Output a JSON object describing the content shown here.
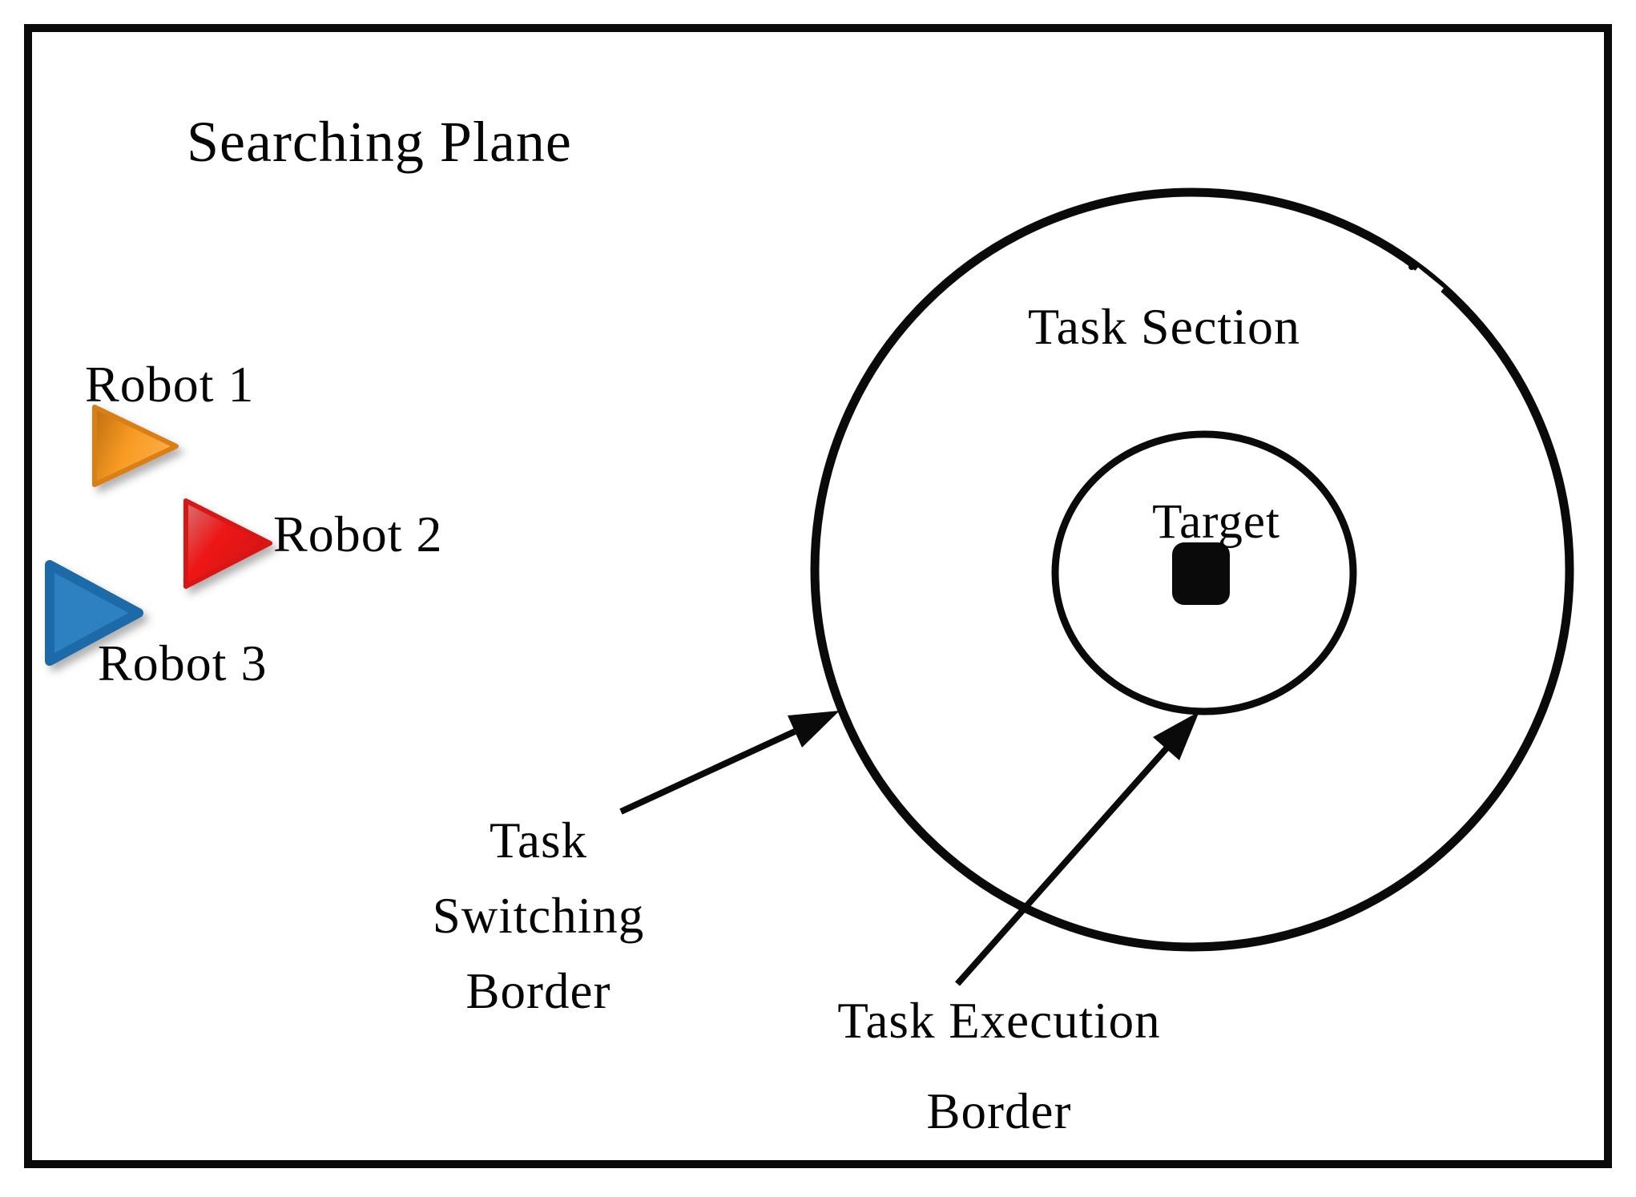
{
  "figure": {
    "searching_plane_label": "Searching Plane",
    "task_section_label": "Task Section",
    "target_label": "Target",
    "task_switching_border": [
      "Task",
      "Switching",
      "Border"
    ],
    "task_execution_border": [
      "Task Execution",
      "Border"
    ],
    "robots": [
      {
        "label": "Robot 1",
        "color": "#f7941d",
        "gradient": [
          "#c47312",
          "#f89b24",
          "#fcae4a"
        ]
      },
      {
        "label": "Robot 2",
        "color": "#ee1b1b",
        "gradient": [
          "#d96a6a",
          "#ee1515",
          "#d01010"
        ]
      },
      {
        "label": "Robot 3",
        "color": "#2e81c0",
        "border_color": "#1d6ba7"
      }
    ],
    "line_color": "#0a0a0a",
    "background": "#ffffff"
  }
}
